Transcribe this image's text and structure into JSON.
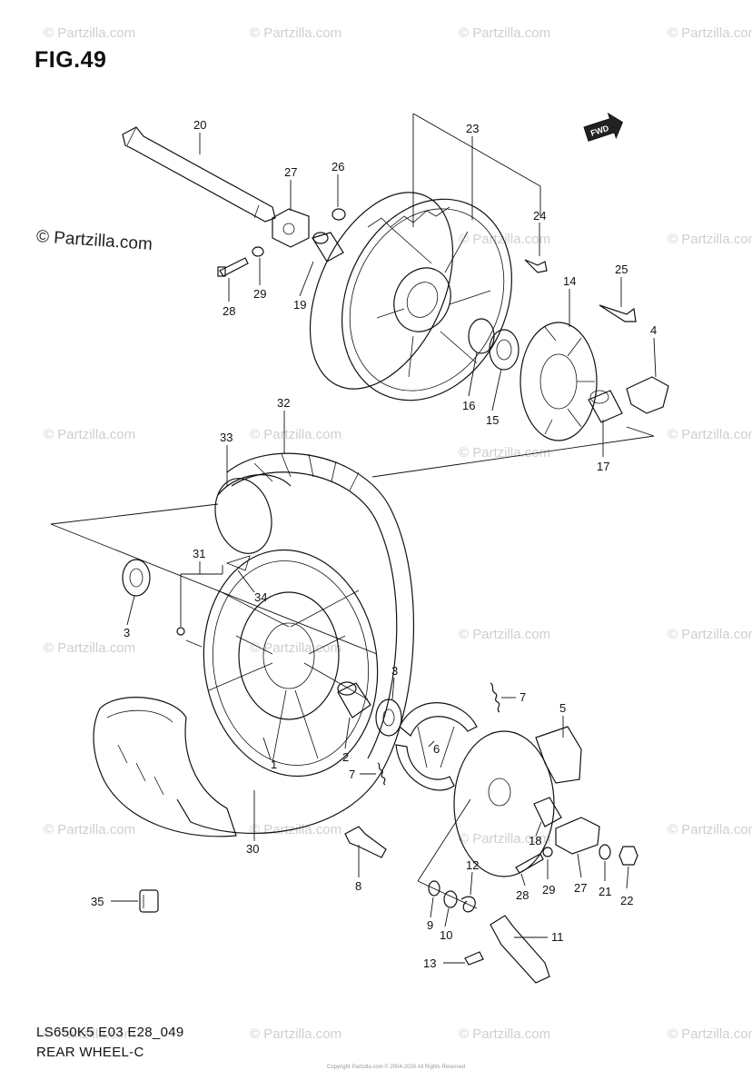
{
  "figure": {
    "title": "FIG.49"
  },
  "watermark": "© Partzilla.com",
  "brand_mark": "© Partzilla.com",
  "caption": {
    "code": "LS650K5 E03 E28_049",
    "name": "REAR WHEEL-C"
  },
  "fwd_label": "FWD",
  "footer_fineprint": "Copyright Partzilla.com © 2004-2020 All Rights Reserved",
  "callouts": [
    "20",
    "27",
    "26",
    "23",
    "24",
    "29",
    "28",
    "19",
    "25",
    "14",
    "4",
    "16",
    "15",
    "17",
    "32",
    "33",
    "31",
    "34",
    "3",
    "1",
    "2",
    "3",
    "7",
    "5",
    "6",
    "7",
    "30",
    "8",
    "18",
    "29",
    "28",
    "27",
    "21",
    "22",
    "12",
    "9",
    "10",
    "11",
    "13",
    "35"
  ]
}
